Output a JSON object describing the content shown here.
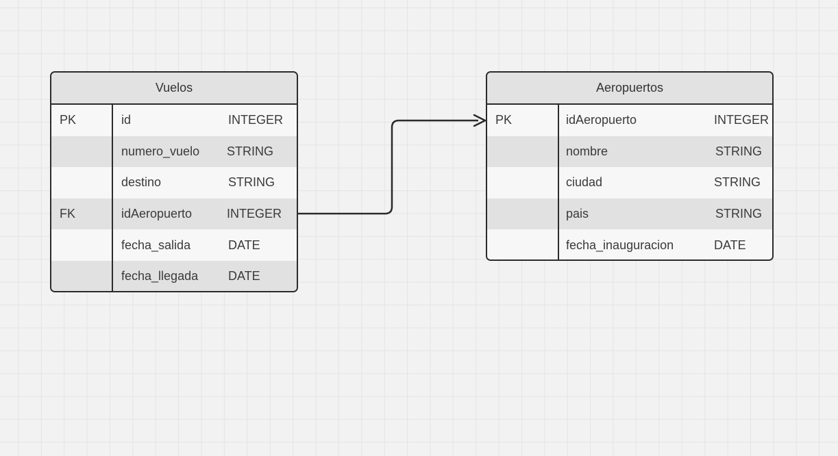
{
  "entities": {
    "vuelos": {
      "title": "Vuelos",
      "rows": [
        {
          "key": "PK",
          "name": "id",
          "type": "INTEGER"
        },
        {
          "key": "",
          "name": "numero_vuelo",
          "type": "STRING"
        },
        {
          "key": "",
          "name": "destino",
          "type": "STRING"
        },
        {
          "key": "FK",
          "name": "idAeropuerto",
          "type": "INTEGER"
        },
        {
          "key": "",
          "name": "fecha_salida",
          "type": "DATE"
        },
        {
          "key": "",
          "name": "fecha_llegada",
          "type": "DATE"
        }
      ]
    },
    "aeropuertos": {
      "title": "Aeropuertos",
      "rows": [
        {
          "key": "PK",
          "name": "idAeropuerto",
          "type": "INTEGER"
        },
        {
          "key": "",
          "name": "nombre",
          "type": "STRING"
        },
        {
          "key": "",
          "name": "ciudad",
          "type": "STRING"
        },
        {
          "key": "",
          "name": "pais",
          "type": "STRING"
        },
        {
          "key": "",
          "name": "fecha_inauguracion",
          "type": "DATE"
        }
      ]
    }
  },
  "relationships": [
    {
      "from": "vuelos.idAeropuerto",
      "to": "aeropuertos.idAeropuerto",
      "arrow": "to"
    }
  ],
  "colors": {
    "canvas": "#f2f2f2",
    "grid": "#e4e4e4",
    "border": "#2b2b2b",
    "header": "#e2e2e2",
    "row_light": "#f7f7f7",
    "row_alt": "#e1e1e1",
    "text": "#3a3a3a"
  }
}
